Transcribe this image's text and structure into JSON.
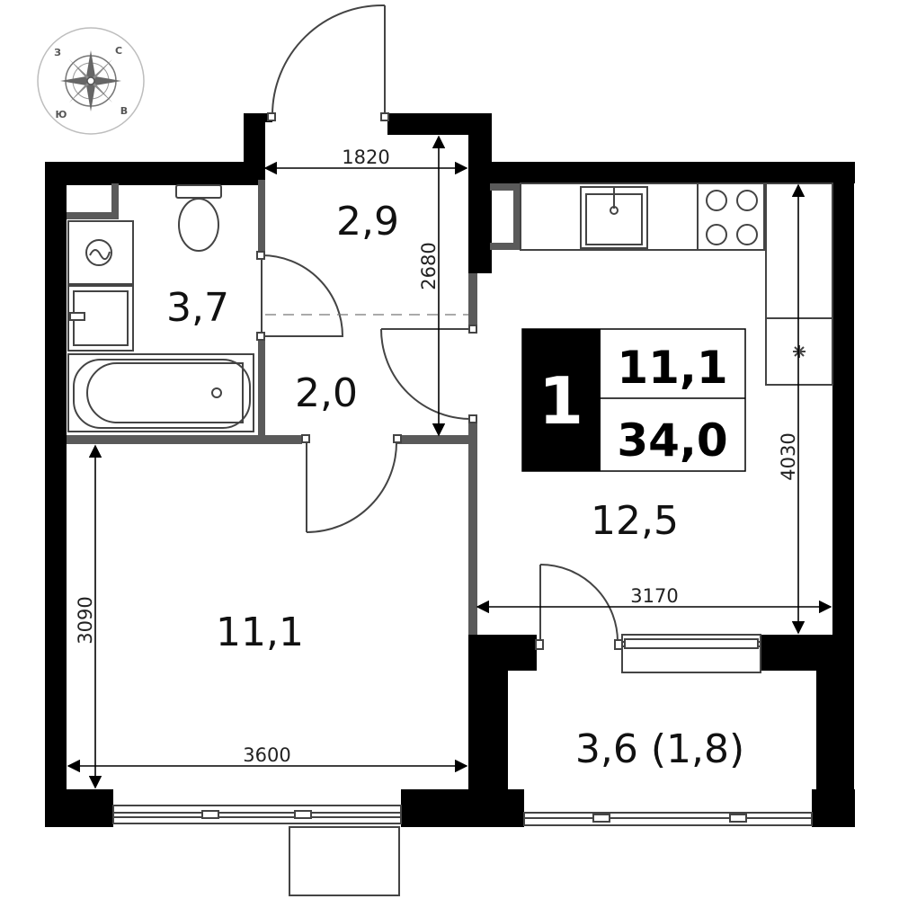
{
  "compass": {
    "north": "С",
    "east": "В",
    "south": "Ю",
    "west": "З"
  },
  "badge": {
    "rooms": "1",
    "living_area": "11,1",
    "total_area": "34,0"
  },
  "rooms": {
    "hall": "2,9",
    "bathroom": "3,7",
    "corridor": "2,0",
    "kitchen_living": "12,5",
    "bedroom": "11,1",
    "balcony": "3,6 (1,8)"
  },
  "dimensions": {
    "hall_width": "1820",
    "hall_depth": "2680",
    "kitchen_depth": "4030",
    "kitchen_width": "3170",
    "bedroom_depth": "3090",
    "bedroom_width": "3600"
  },
  "colors": {
    "wall": "#000000",
    "partition": "#5a5a5a",
    "badge_background": "#000000"
  }
}
